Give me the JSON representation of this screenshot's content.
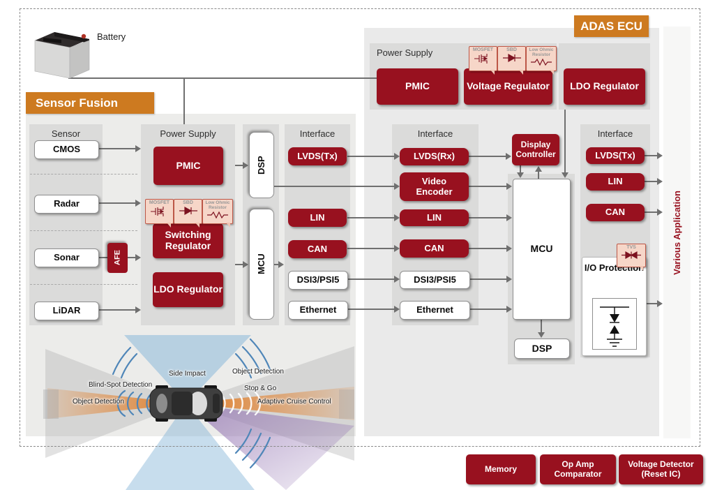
{
  "battery": {
    "label": "Battery"
  },
  "sensor_fusion": {
    "title": "Sensor Fusion",
    "sensor": {
      "title": "Sensor",
      "cmos": "CMOS",
      "radar": "Radar",
      "sonar": "Sonar",
      "lidar": "LiDAR"
    },
    "afe": "AFE",
    "power": {
      "title": "Power Supply",
      "pmic": "PMIC",
      "switching_regulator": "Switching Regulator",
      "ldo_regulator": "LDO Regulator",
      "callouts": {
        "mosfet": "MOSFET",
        "sbd": "SBD",
        "low_ohmic": "Low Ohmic Resistor"
      }
    },
    "dsp": "DSP",
    "mcu": "MCU",
    "interface": {
      "title": "Interface",
      "lvds_tx": "LVDS(Tx)",
      "lin": "LIN",
      "can": "CAN",
      "dsi": "DSI3/PSI5",
      "ethernet": "Ethernet"
    }
  },
  "adas_ecu": {
    "title": "ADAS ECU",
    "power": {
      "title": "Power Supply",
      "pmic": "PMIC",
      "voltage_regulator": "Voltage Regulator",
      "ldo_regulator": "LDO Regulator",
      "callouts": {
        "mosfet": "MOSFET",
        "sbd": "SBD",
        "low_ohmic": "Low Ohmic Resistor"
      }
    },
    "interface": {
      "title": "Interface",
      "lvds_rx": "LVDS(Rx)",
      "video_encoder": "Video Encoder",
      "lin": "LIN",
      "can": "CAN",
      "dsi": "DSI3/PSI5",
      "ethernet": "Ethernet"
    },
    "display_controller": "Display Controller",
    "mcu": "MCU",
    "dsp": "DSP",
    "out_interface": {
      "title": "Interface",
      "lvds_tx": "LVDS(Tx)",
      "lin": "LIN",
      "can": "CAN"
    },
    "io_protection": "I/O Protection",
    "tvs": "TVS"
  },
  "various_application": "Various Application",
  "bottom_chips": {
    "memory": "Memory",
    "opamp": "Op Amp Comparator",
    "voltage_detector": "Voltage Detector (Reset IC)"
  },
  "scene": {
    "blind_spot": "Blind-Spot Detection",
    "side_impact": "Side Impact",
    "object_detection_left": "Object Detection",
    "object_detection_right": "Object Detection",
    "stop_go": "Stop & Go",
    "adaptive_cruise": "Adaptive Cruise Control"
  },
  "colors": {
    "accent_orange": "#cd7a20",
    "box_red": "#98111f",
    "panel_gray": "#ececea",
    "subpanel_gray": "#dbdbda",
    "connector_gray": "#6f6f6f",
    "callout_pink": "#f6d6c8"
  }
}
